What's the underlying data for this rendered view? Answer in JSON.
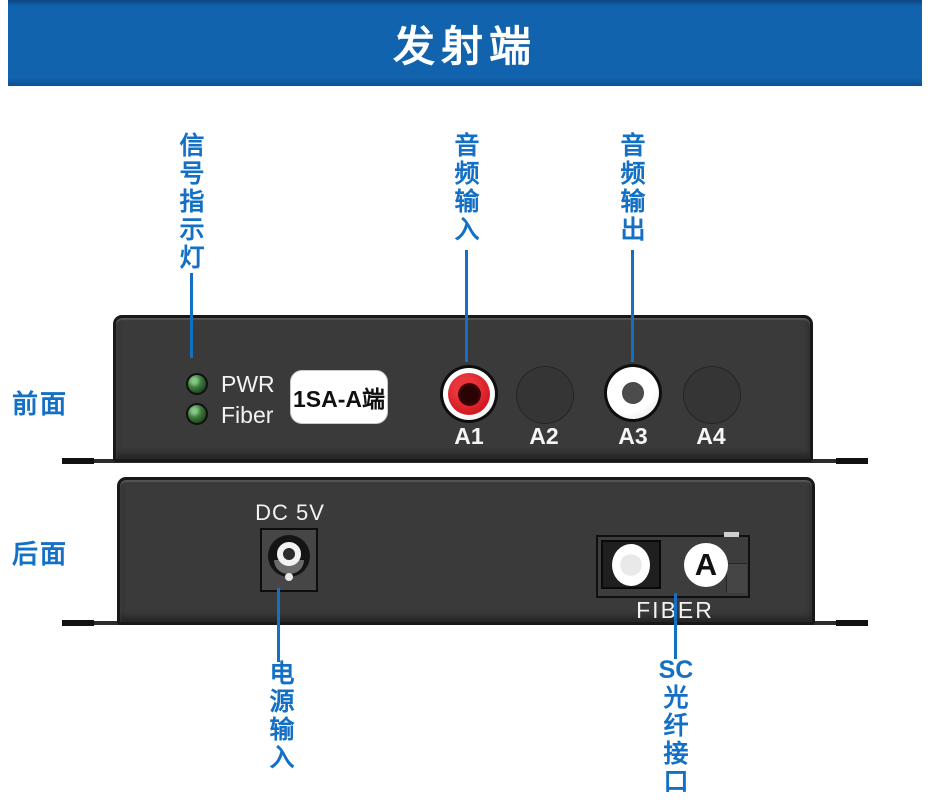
{
  "header": {
    "title": "发射端"
  },
  "colors": {
    "header_blue": "#1263ae",
    "label_blue": "#1470c4",
    "panel_dark": "#3a3a3a",
    "led_green": "#3f7c3f",
    "rca_red": "#d41920",
    "rca_white": "#ffffff"
  },
  "front": {
    "side_label": "前面",
    "callouts": [
      {
        "label": "信号指示灯",
        "target": "indicator-leds"
      },
      {
        "label": "音频输入",
        "target": "rca-jack-a1"
      },
      {
        "label": "音频输出",
        "target": "rca-jack-a3"
      }
    ],
    "leds": [
      {
        "label": "PWR"
      },
      {
        "label": "Fiber"
      }
    ],
    "model_plate": "1SA-A端",
    "ports": [
      {
        "id": "A1",
        "type": "rca-red"
      },
      {
        "id": "A2",
        "type": "blank"
      },
      {
        "id": "A3",
        "type": "rca-white"
      },
      {
        "id": "A4",
        "type": "blank"
      }
    ]
  },
  "rear": {
    "side_label": "后面",
    "dc_label": "DC 5V",
    "fiber_label": "FIBER",
    "fiber_letter": "A",
    "callouts": [
      {
        "label": "电源输入",
        "target": "dc-jack"
      },
      {
        "label": "SC光纤接口",
        "target": "fiber-port"
      }
    ]
  }
}
